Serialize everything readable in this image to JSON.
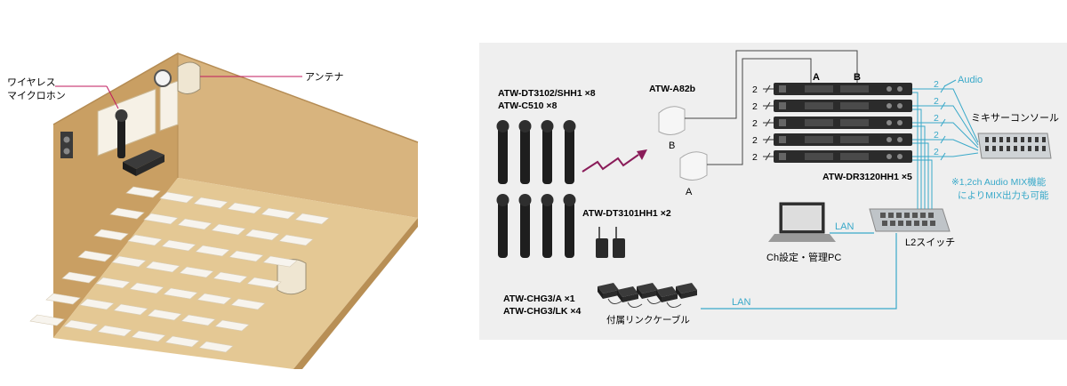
{
  "left": {
    "mic_label_line1": "ワイヤレス",
    "mic_label_line2": "マイクロホン",
    "antenna_label": "アンテナ"
  },
  "right": {
    "handheld_model_1": "ATW-DT3102/SHH1 ×8",
    "handheld_model_2": "ATW-C510 ×8",
    "bodypack_model": "ATW-DT3101HH1 ×2",
    "antenna_model": "ATW-A82b",
    "antenna_b": "B",
    "antenna_a": "A",
    "receiver_in_a": "A",
    "receiver_in_b": "B",
    "receiver_model": "ATW-DR3120HH1 ×5",
    "channel_count": "2",
    "audio_label": "Audio",
    "mixer_label": "ミキサーコンソール",
    "note_line1": "※1,2ch Audio MIX機能",
    "note_line2": "によりMIX出力も可能",
    "lan_label_pc": "LAN",
    "switch_label": "L2スイッチ",
    "pc_label": "Ch設定・管理PC",
    "charger_model_1": "ATW-CHG3/A ×1",
    "charger_model_2": "ATW-CHG3/LK ×4",
    "cable_label": "付属リンクケーブル",
    "lan_label_charger": "LAN"
  },
  "colors": {
    "panel_bg": "#efefef",
    "room_wall": "#d7b27c",
    "room_floor": "#e2c48e",
    "link_cyan": "#39a9c9",
    "accent_magenta": "#c0195e",
    "device_dark": "#2a2a2a"
  }
}
